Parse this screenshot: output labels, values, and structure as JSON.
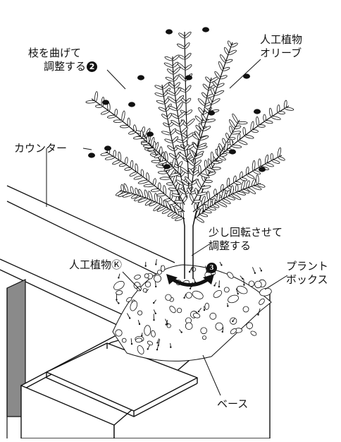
{
  "labels": {
    "branch_adjust_line1": "枝を曲げて",
    "branch_adjust_line2": "調整する",
    "branch_adjust_step": "2",
    "olive_line1": "人工植物",
    "olive_line2": "オリーブ",
    "counter": "カウンター",
    "rotate_line1": "少し回転させて",
    "rotate_line2": "調整する",
    "rotate_step": "3",
    "artificial_plant_k": "人工植物Ⓚ",
    "plant_box_line1": "プラント",
    "plant_box_line2": "ボックス",
    "base": "ベース"
  },
  "colors": {
    "line": "#111111",
    "panel_gray": "#8a8a8a",
    "white": "#ffffff"
  }
}
